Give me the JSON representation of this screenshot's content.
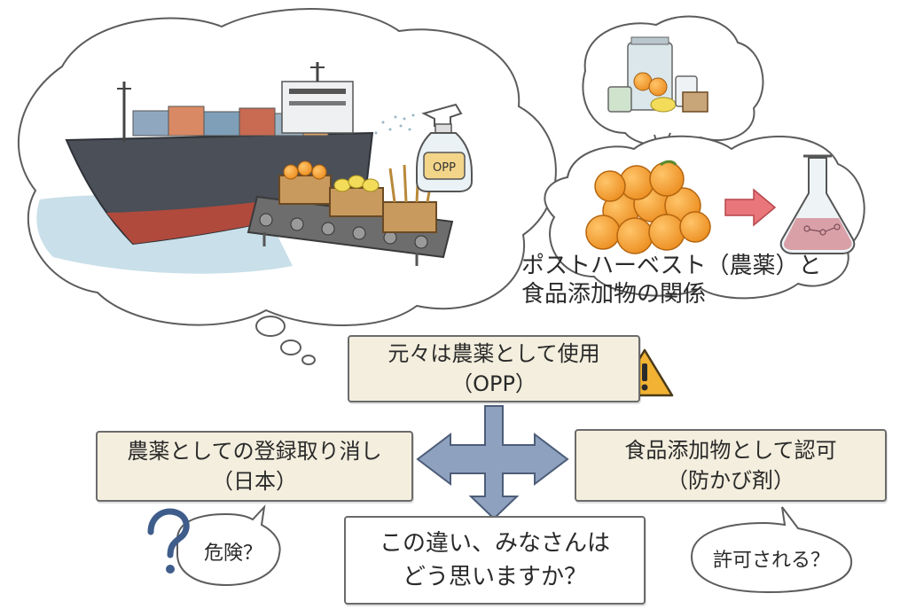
{
  "title": {
    "line1": "ポストハーベスト（農薬）と",
    "line2": "食品添加物の関係"
  },
  "top_box": {
    "line1": "元々は農薬として使用",
    "line2": "（OPP）"
  },
  "left_box": {
    "line1": "農薬としての登録取り消し",
    "line2": "（日本）"
  },
  "right_box": {
    "line1": "食品添加物として認可",
    "line2": "（防かび剤）"
  },
  "bottom_box": {
    "line1": "この違い、みなさんは",
    "line2": "どう思いますか？"
  },
  "bubble_left": "危険？",
  "bubble_right": "許可される？",
  "spray_label": "OPP",
  "colors": {
    "box_fill": "#f3eedd",
    "arrow": "#7f93b3",
    "warning": "#f2b233",
    "red_arrow": "#e8767a",
    "orange": "#f5a23a"
  }
}
